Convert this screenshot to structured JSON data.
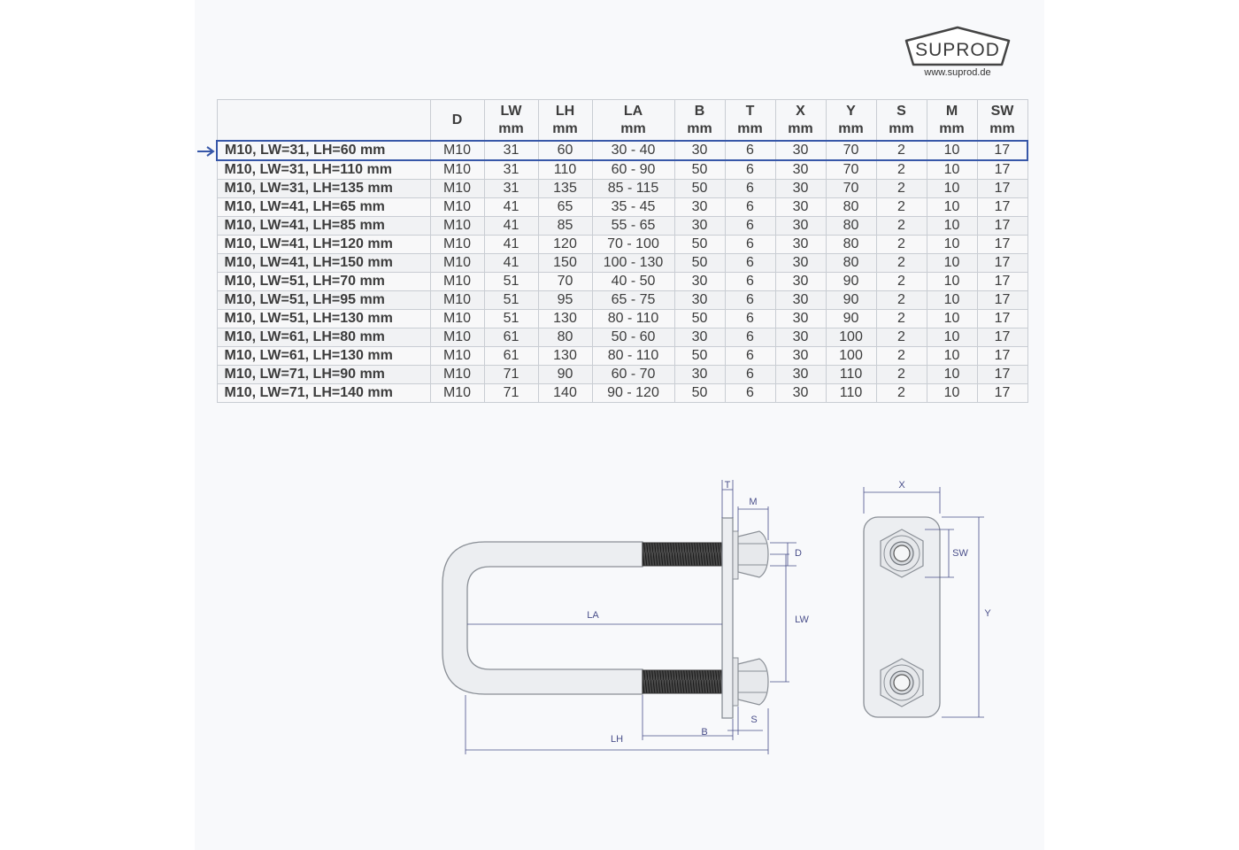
{
  "brand": {
    "name": "SUPROD",
    "url": "www.suprod.de"
  },
  "table": {
    "headers": [
      {
        "top": "",
        "bottom": ""
      },
      {
        "top": "D",
        "bottom": ""
      },
      {
        "top": "LW",
        "bottom": "mm"
      },
      {
        "top": "LH",
        "bottom": "mm"
      },
      {
        "top": "LA",
        "bottom": "mm"
      },
      {
        "top": "B",
        "bottom": "mm"
      },
      {
        "top": "T",
        "bottom": "mm"
      },
      {
        "top": "X",
        "bottom": "mm"
      },
      {
        "top": "Y",
        "bottom": "mm"
      },
      {
        "top": "S",
        "bottom": "mm"
      },
      {
        "top": "M",
        "bottom": "mm"
      },
      {
        "top": "SW",
        "bottom": "mm"
      }
    ],
    "selected_row": 0,
    "rows": [
      [
        "M10, LW=31, LH=60 mm",
        "M10",
        "31",
        "60",
        "30 - 40",
        "30",
        "6",
        "30",
        "70",
        "2",
        "10",
        "17"
      ],
      [
        "M10, LW=31, LH=110 mm",
        "M10",
        "31",
        "110",
        "60 - 90",
        "50",
        "6",
        "30",
        "70",
        "2",
        "10",
        "17"
      ],
      [
        "M10, LW=31, LH=135 mm",
        "M10",
        "31",
        "135",
        "85 - 115",
        "50",
        "6",
        "30",
        "70",
        "2",
        "10",
        "17"
      ],
      [
        "M10, LW=41, LH=65 mm",
        "M10",
        "41",
        "65",
        "35 - 45",
        "30",
        "6",
        "30",
        "80",
        "2",
        "10",
        "17"
      ],
      [
        "M10, LW=41, LH=85 mm",
        "M10",
        "41",
        "85",
        "55 - 65",
        "30",
        "6",
        "30",
        "80",
        "2",
        "10",
        "17"
      ],
      [
        "M10, LW=41, LH=120 mm",
        "M10",
        "41",
        "120",
        "70 - 100",
        "50",
        "6",
        "30",
        "80",
        "2",
        "10",
        "17"
      ],
      [
        "M10, LW=41, LH=150 mm",
        "M10",
        "41",
        "150",
        "100 - 130",
        "50",
        "6",
        "30",
        "80",
        "2",
        "10",
        "17"
      ],
      [
        "M10, LW=51, LH=70 mm",
        "M10",
        "51",
        "70",
        "40 - 50",
        "30",
        "6",
        "30",
        "90",
        "2",
        "10",
        "17"
      ],
      [
        "M10, LW=51, LH=95 mm",
        "M10",
        "51",
        "95",
        "65 - 75",
        "30",
        "6",
        "30",
        "90",
        "2",
        "10",
        "17"
      ],
      [
        "M10, LW=51, LH=130 mm",
        "M10",
        "51",
        "130",
        "80 - 110",
        "50",
        "6",
        "30",
        "90",
        "2",
        "10",
        "17"
      ],
      [
        "M10, LW=61, LH=80 mm",
        "M10",
        "61",
        "80",
        "50 - 60",
        "30",
        "6",
        "30",
        "100",
        "2",
        "10",
        "17"
      ],
      [
        "M10, LW=61, LH=130 mm",
        "M10",
        "61",
        "130",
        "80 - 110",
        "50",
        "6",
        "30",
        "100",
        "2",
        "10",
        "17"
      ],
      [
        "M10, LW=71, LH=90 mm",
        "M10",
        "71",
        "90",
        "60 - 70",
        "30",
        "6",
        "30",
        "110",
        "2",
        "10",
        "17"
      ],
      [
        "M10, LW=71, LH=140 mm",
        "M10",
        "71",
        "140",
        "90 - 120",
        "50",
        "6",
        "30",
        "110",
        "2",
        "10",
        "17"
      ]
    ]
  },
  "diagram": {
    "labels": {
      "T": "T",
      "M": "M",
      "D": "D",
      "LW": "LW",
      "LA": "LA",
      "LH": "LH",
      "B": "B",
      "S": "S",
      "X": "X",
      "SW": "SW",
      "Y": "Y"
    },
    "colors": {
      "dimension": "#4a4f8a",
      "part_fill": "#eceef1",
      "part_stroke": "#8a8f96",
      "thread": "#3a3a3a",
      "selection": "#3757a8"
    }
  }
}
